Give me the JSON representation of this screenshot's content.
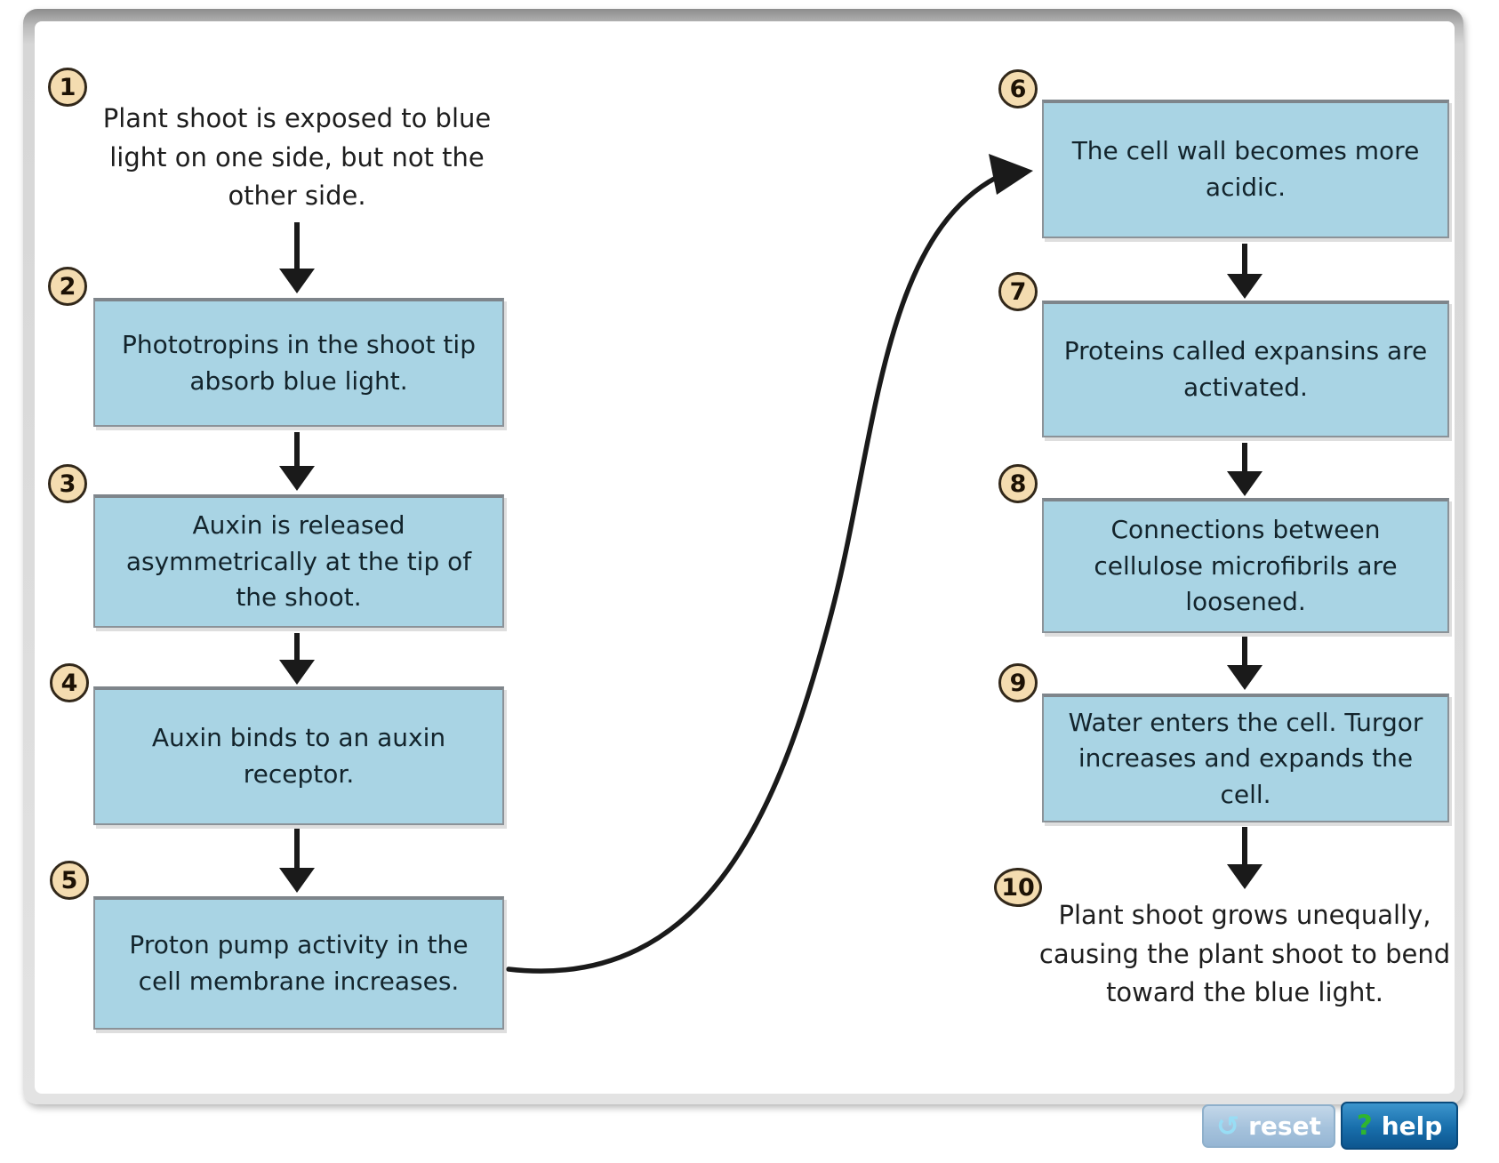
{
  "diagram": {
    "title_hint": "Phototropism cause-and-effect sequence",
    "steps": [
      {
        "number": "1",
        "kind": "fixed-text",
        "text": "Plant shoot is exposed to blue light on one side, but not the other side."
      },
      {
        "number": "2",
        "kind": "box",
        "text": "Phototropins in the shoot tip absorb blue light."
      },
      {
        "number": "3",
        "kind": "box",
        "text": "Auxin is released asymmetrically at the tip of the shoot."
      },
      {
        "number": "4",
        "kind": "box",
        "text": "Auxin binds to an auxin receptor."
      },
      {
        "number": "5",
        "kind": "box",
        "text": "Proton pump activity in the cell membrane increases."
      },
      {
        "number": "6",
        "kind": "box",
        "text": "The cell wall becomes more acidic."
      },
      {
        "number": "7",
        "kind": "box",
        "text": "Proteins called expansins are activated."
      },
      {
        "number": "8",
        "kind": "box",
        "text": "Connections between cellulose microfibrils are loosened."
      },
      {
        "number": "9",
        "kind": "box",
        "text": "Water enters the cell. Turgor increases and expands the cell."
      },
      {
        "number": "10",
        "kind": "fixed-text",
        "text": "Plant shoot grows unequally, causing the plant shoot to bend toward the blue light."
      }
    ],
    "connections": [
      {
        "from": "1",
        "to": "2",
        "style": "straight-down"
      },
      {
        "from": "2",
        "to": "3",
        "style": "straight-down"
      },
      {
        "from": "3",
        "to": "4",
        "style": "straight-down"
      },
      {
        "from": "4",
        "to": "5",
        "style": "straight-down"
      },
      {
        "from": "5",
        "to": "6",
        "style": "curved-s"
      },
      {
        "from": "6",
        "to": "7",
        "style": "straight-down"
      },
      {
        "from": "7",
        "to": "8",
        "style": "straight-down"
      },
      {
        "from": "8",
        "to": "9",
        "style": "straight-down"
      },
      {
        "from": "9",
        "to": "10",
        "style": "straight-down"
      }
    ],
    "colors": {
      "box_fill": "#a9d4e4",
      "box_border": "#8b9298",
      "badge_fill": "#f4dcb0",
      "badge_border": "#32281a",
      "arrow": "#1a1a1a",
      "box_text": "#13242c"
    }
  },
  "toolbar": {
    "reset_label": "reset",
    "reset_icon_glyph": "↺",
    "help_label": "help",
    "help_icon_glyph": "?",
    "reset_bg": "#a5c2dc",
    "help_bg": "#186eab",
    "help_icon_color": "#2fb52f"
  }
}
